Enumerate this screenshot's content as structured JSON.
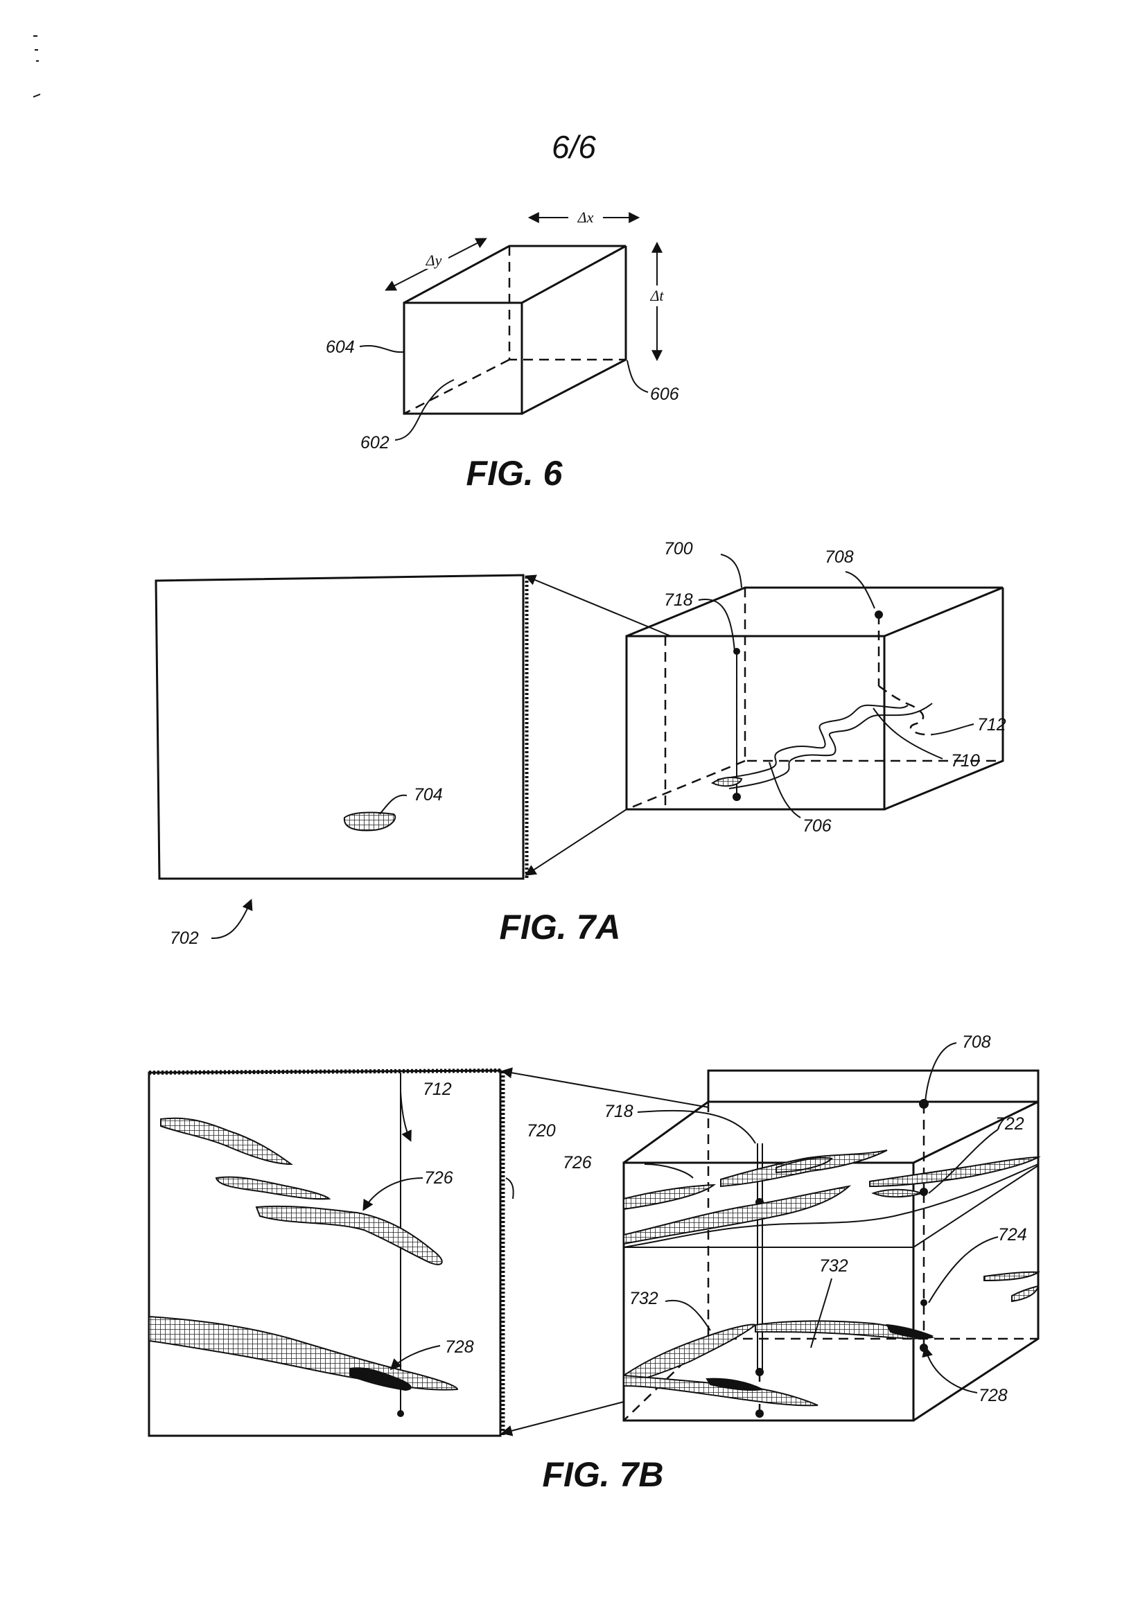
{
  "page_number": "6/6",
  "figures": {
    "fig6": {
      "caption": "FIG. 6",
      "axis_labels": {
        "dx": "Δx",
        "dy": "Δy",
        "dt": "Δt"
      },
      "refs": {
        "r602": "602",
        "r604": "604",
        "r606": "606"
      }
    },
    "fig7a": {
      "caption": "FIG. 7A",
      "refs": {
        "r700": "700",
        "r702": "702",
        "r704": "704",
        "r706": "706",
        "r708": "708",
        "r710": "710",
        "r712": "712",
        "r718": "718"
      }
    },
    "fig7b": {
      "caption": "FIG. 7B",
      "refs": {
        "r708": "708",
        "r712": "712",
        "r718": "718",
        "r720": "720",
        "r722": "722",
        "r724": "724",
        "r726a": "726",
        "r726b": "726",
        "r728a": "728",
        "r728b": "728",
        "r732a": "732",
        "r732b": "732"
      }
    }
  }
}
